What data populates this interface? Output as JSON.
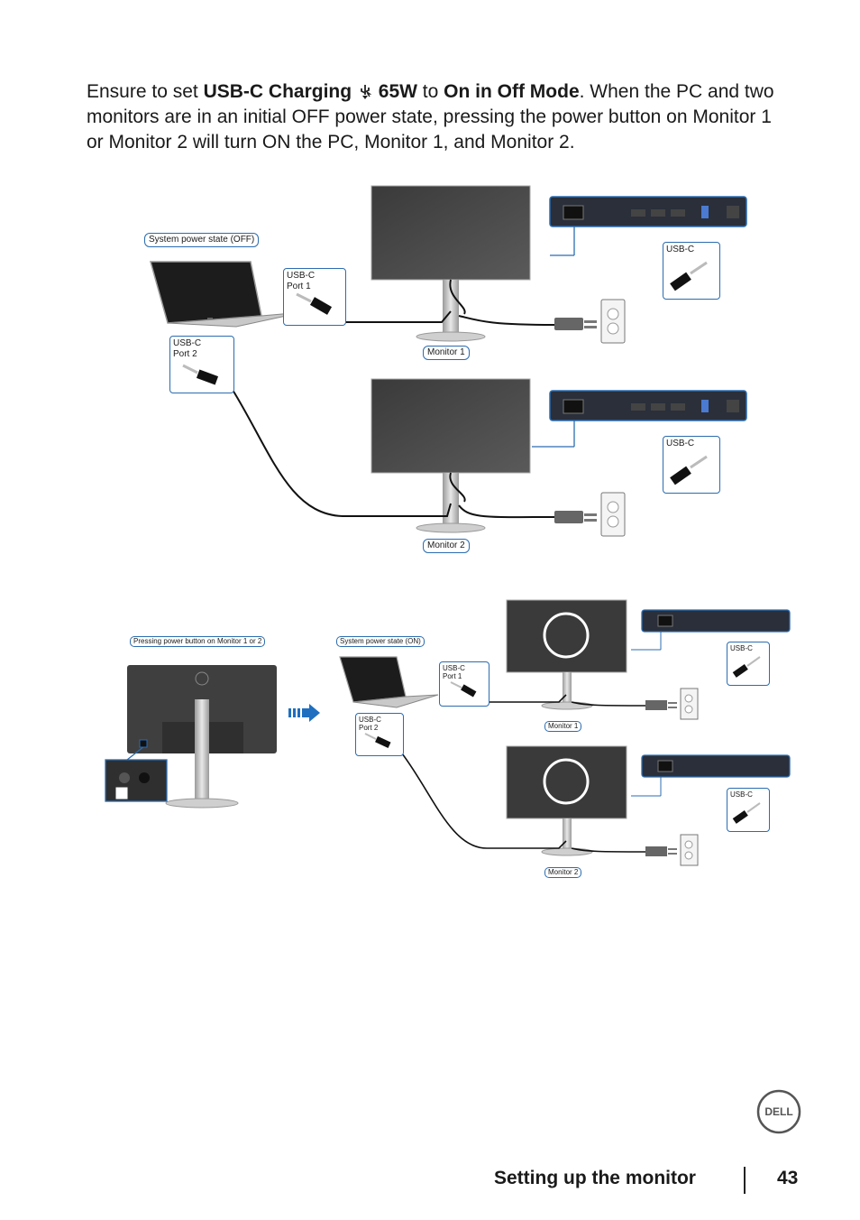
{
  "intro": {
    "t1": "Ensure to set ",
    "b1": "USB-C Charging",
    "b2": "65W",
    "t2": " to ",
    "b3": "On in Off Mode",
    "t3": ". When the PC and two monitors are in an initial OFF power state, pressing the power button on Monitor 1 or Monitor 2 will turn ON the PC, Monitor 1, and Monitor 2."
  },
  "figure1": {
    "system_state": "System power state (OFF)",
    "laptop_port1": "USB-C\nPort 1",
    "laptop_port2": "USB-C\nPort 2",
    "monitor1": "Monitor 1",
    "monitor2": "Monitor 2",
    "monitor_port_a": "USB-C",
    "monitor_port_b": "USB-C"
  },
  "figure2": {
    "pressing": "Pressing power button on Monitor 1 or 2",
    "system_state": "System power state (ON)",
    "laptop_port1": "USB-C\nPort 1",
    "laptop_port2": "USB-C\nPort 2",
    "monitor1": "Monitor 1",
    "monitor2": "Monitor 2",
    "monitor_port_a": "USB-C",
    "monitor_port_b": "USB-C"
  },
  "footer": {
    "section": "Setting up the monitor",
    "page": "43",
    "logo": "DELL"
  },
  "icons": [
    "usb-charging-icon",
    "dell-logo-icon",
    "power-outlet-icon",
    "power-plug-icon",
    "arrow-right-icon",
    "usb-c-connector-icon"
  ],
  "colors": {
    "label_border": "#2b6cb0",
    "port_panel": "#2a2f3a",
    "arrow_blue": "#1e6fc0"
  }
}
